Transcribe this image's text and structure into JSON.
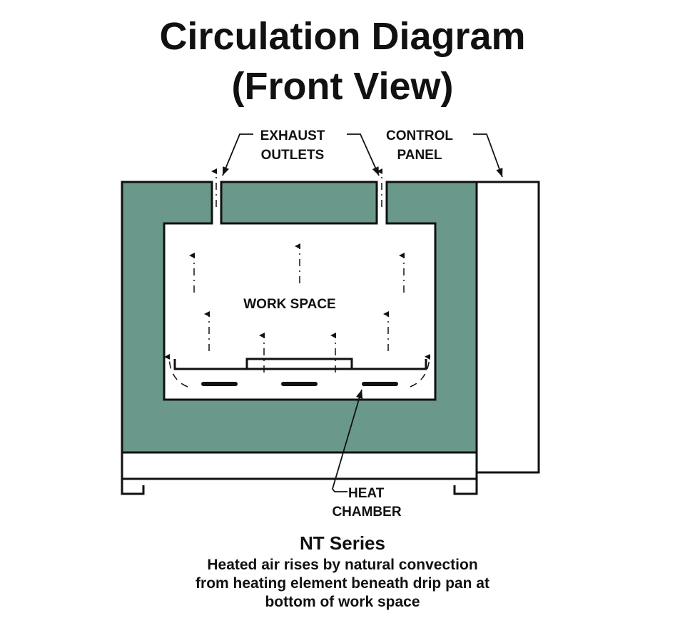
{
  "title": {
    "line1": "Circulation Diagram",
    "line2": "(Front View)"
  },
  "labels": {
    "exhaust_line1": "EXHAUST",
    "exhaust_line2": "OUTLETS",
    "control_line1": "CONTROL",
    "control_line2": "PANEL",
    "work_space": "WORK SPACE",
    "heat_line1": "HEAT",
    "heat_line2": "CHAMBER"
  },
  "caption": {
    "series": "NT Series",
    "line1": "Heated air rises by natural convection",
    "line2": "from heating element beneath drip pan at",
    "line3": "bottom of work space"
  },
  "colors": {
    "insulation": "#6a998c",
    "line": "#111111"
  }
}
